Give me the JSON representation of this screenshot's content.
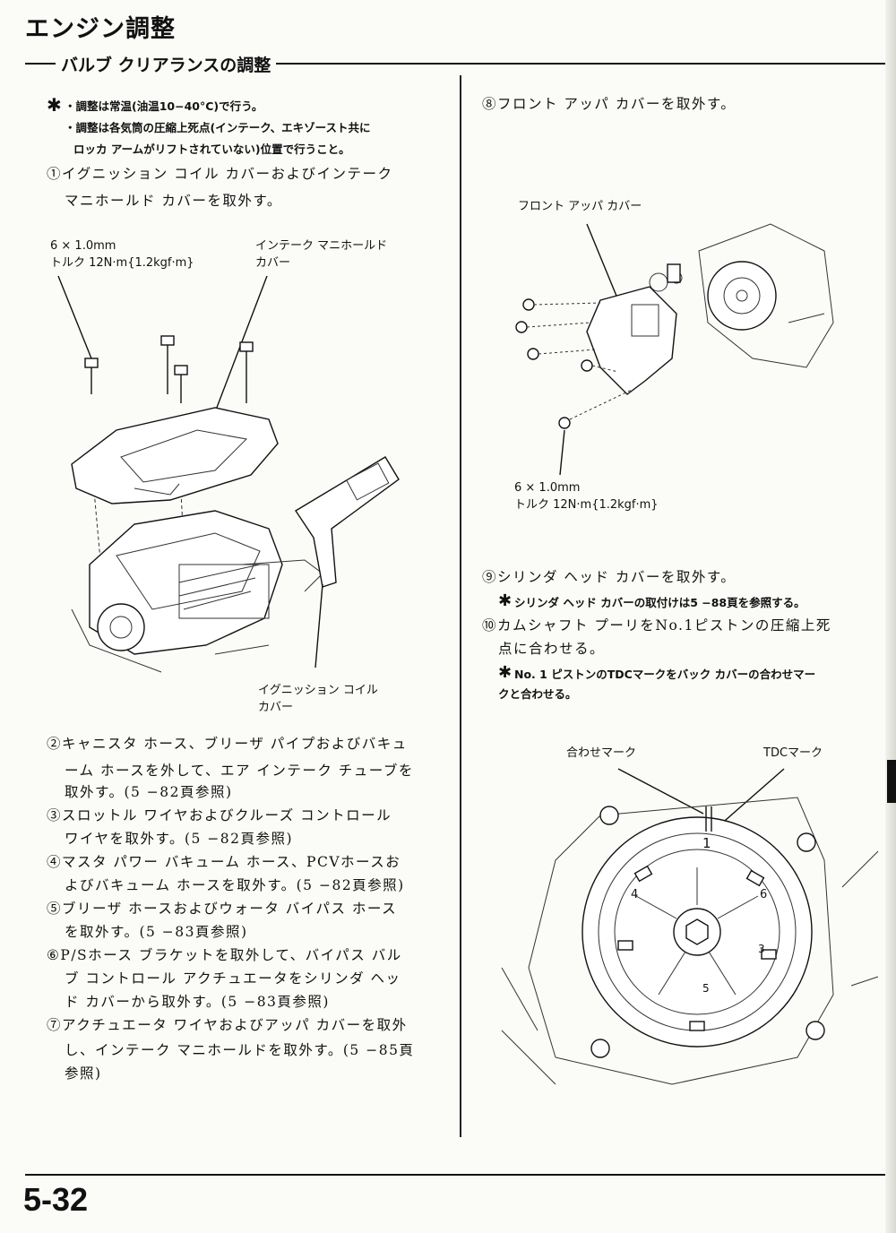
{
  "page_title": "エンジン調整",
  "section_title": "バルブ クリアランスの調整",
  "page_number": "5-32",
  "left": {
    "note1": "・調整は常温(油温10−40°C)で行う。",
    "note2_l1": "・調整は各気筒の圧縮上死点(インテーク、エキゾースト共に",
    "note2_l2": "ロッカ アームがリフトされていない)位置で行うこと。",
    "step1_l1": "①イグニッション コイル カバーおよびインテーク",
    "step1_l2": "マニホールド カバーを取外す。",
    "fig1_bolt_l1": "6 × 1.0mm",
    "fig1_bolt_l2": "トルク 12N·m{1.2kgf·m}",
    "fig1_cover_l1": "インテーク マニホールド",
    "fig1_cover_l2": "カバー",
    "fig1_ign_l1": "イグニッション コイル",
    "fig1_ign_l2": "カバー",
    "step2_l1": "②キャニスタ ホース、ブリーザ パイプおよびバキュ",
    "step2_l2": "ーム ホースを外して、エア インテーク チューブを",
    "step2_l3": "取外す。(5 −82頁参照)",
    "step3_l1": "③スロットル ワイヤおよびクルーズ コントロール",
    "step3_l2": "ワイヤを取外す。(5 −82頁参照)",
    "step4_l1": "④マスタ パワー バキューム ホース、PCVホースお",
    "step4_l2": "よびバキューム ホースを取外す。(5 −82頁参照)",
    "step5_l1": "⑤ブリーザ ホースおよびウォータ バイパス ホース",
    "step5_l2": "を取外す。(5 −83頁参照)",
    "step6_l1": "⑥P/Sホース ブラケットを取外して、バイパス バル",
    "step6_l2": "ブ コントロール アクチュエータをシリンダ ヘッ",
    "step6_l3": "ド カバーから取外す。(5 −83頁参照)",
    "step7_l1": "⑦アクチュエータ ワイヤおよびアッパ カバーを取外",
    "step7_l2": "し、インテーク マニホールドを取外す。(5 −85頁",
    "step7_l3": "参照)"
  },
  "right": {
    "step8": "⑧フロント アッパ カバーを取外す。",
    "fig2_cover": "フロント アッパ カバー",
    "fig2_bolt_l1": "6 × 1.0mm",
    "fig2_bolt_l2": "トルク 12N·m{1.2kgf·m}",
    "step9": "⑨シリンダ ヘッド カバーを取外す。",
    "note9": "シリンダ ヘッド カバーの取付けは5 −88頁を参照する。",
    "step10_l1": "⑩カムシャフト プーリをNo.1ピストンの圧縮上死",
    "step10_l2": "点に合わせる。",
    "note10_l1": "No. 1 ピストンのTDCマークをバック カバーの合わせマー",
    "note10_l2": "クと合わせる。",
    "fig3_align": "合わせマーク",
    "fig3_tdc": "TDCマーク",
    "fig3_n1": "1",
    "fig3_n4": "4",
    "fig3_n6": "6",
    "fig3_n3": "3",
    "fig3_n5": "5"
  },
  "icons": {
    "note_marker": "star-icon"
  }
}
